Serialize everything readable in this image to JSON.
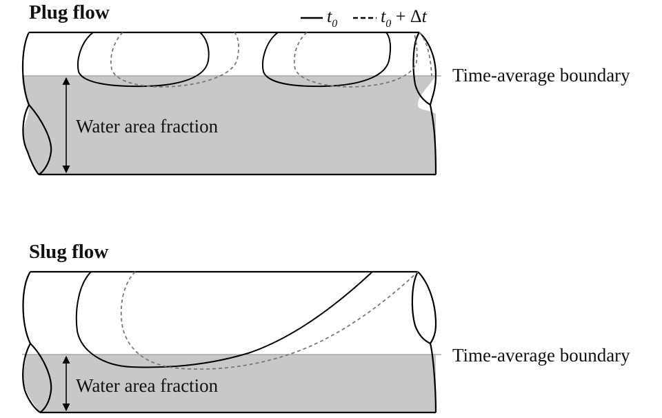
{
  "legend": {
    "solid_symbol": "t",
    "solid_sub": "0",
    "dashed_symbol": "t",
    "dashed_sub": "0",
    "dashed_suffix": " + Δ",
    "dashed_symbol2": "t"
  },
  "plug": {
    "title": "Plug flow",
    "boundary_label": "Time-average boundary",
    "fraction_label": "Water area fraction"
  },
  "slug": {
    "title": "Slug flow",
    "boundary_label": "Time-average boundary",
    "fraction_label": "Water area fraction"
  },
  "colors": {
    "water": "#c8c8c8",
    "outline": "#000000",
    "dashed": "#777777"
  }
}
